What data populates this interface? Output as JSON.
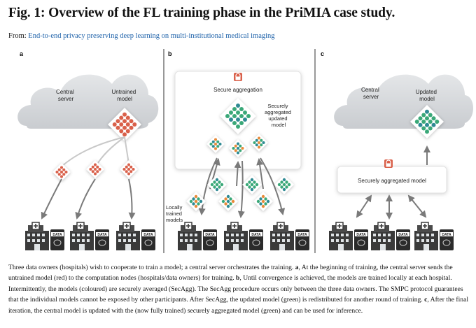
{
  "title": "Fig. 1: Overview of the FL training phase in the PriMIA case study.",
  "from_label": "From:",
  "from_link": "End-to-end privacy preserving deep learning on multi-institutional medical imaging",
  "panels": {
    "a": {
      "label": "a",
      "server_label": [
        "Central",
        "server"
      ],
      "model_label": [
        "Untrained",
        "model"
      ]
    },
    "b": {
      "label": "b",
      "secure_aggregation": "Secure aggregation",
      "aggregated_label": [
        "Securely",
        "aggregated",
        "updated",
        "model"
      ],
      "local_label": [
        "Locally",
        "trained",
        "models"
      ]
    },
    "c": {
      "label": "c",
      "server_label": [
        "Central",
        "server"
      ],
      "model_label": [
        "Updated",
        "model"
      ],
      "aggregated_model": "Securely aggregated model"
    }
  },
  "data_badge": "DATA",
  "colors": {
    "untrained": "#d9604a",
    "green": "#3aa878",
    "orange": "#e88b3a",
    "teal": "#2f8a93",
    "link": "#1a5fa8"
  },
  "caption": [
    {
      "t": "Three data owners (hospitals) wish to cooperate to train a model; a central server orchestrates the training. "
    },
    {
      "t": "a",
      "b": true
    },
    {
      "t": ", At the beginning of training, the central server sends the untrained model (red) to the computation nodes (hospitals/data owners) for training. "
    },
    {
      "t": "b",
      "b": true
    },
    {
      "t": ", Until convergence is achieved, the models are trained locally at each hospital. Intermittently, the models (coloured) are securely averaged (SecAgg). The SecAgg procedure occurs only between the three data owners. The SMPC protocol guarantees that the individual models cannot be exposed by other participants. After SecAgg, the updated model (green) is redistributed for another round of training. "
    },
    {
      "t": "c",
      "b": true
    },
    {
      "t": ", After the final iteration, the central model is updated with the (now fully trained) securely aggregated model (green) and can be used for inference."
    }
  ]
}
